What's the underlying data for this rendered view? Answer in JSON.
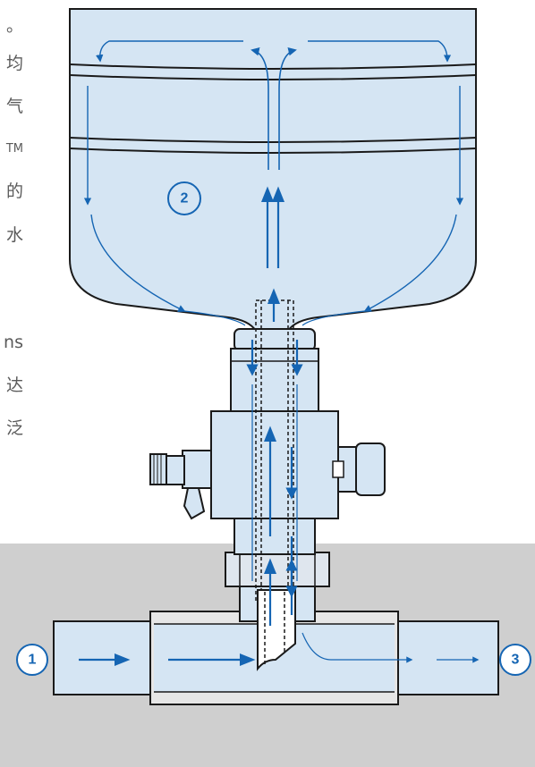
{
  "side_text": [
    "。",
    "均",
    "气",
    "TM",
    "的",
    "水",
    "ns",
    "达",
    "泛"
  ],
  "badges": [
    "1",
    "2",
    "3"
  ],
  "colors": {
    "water": "#d5e5f3",
    "arrow": "#1565b3",
    "outline": "#1a1a1a",
    "ground": "#cfcfcf",
    "fitting": "#e6e6e6"
  }
}
